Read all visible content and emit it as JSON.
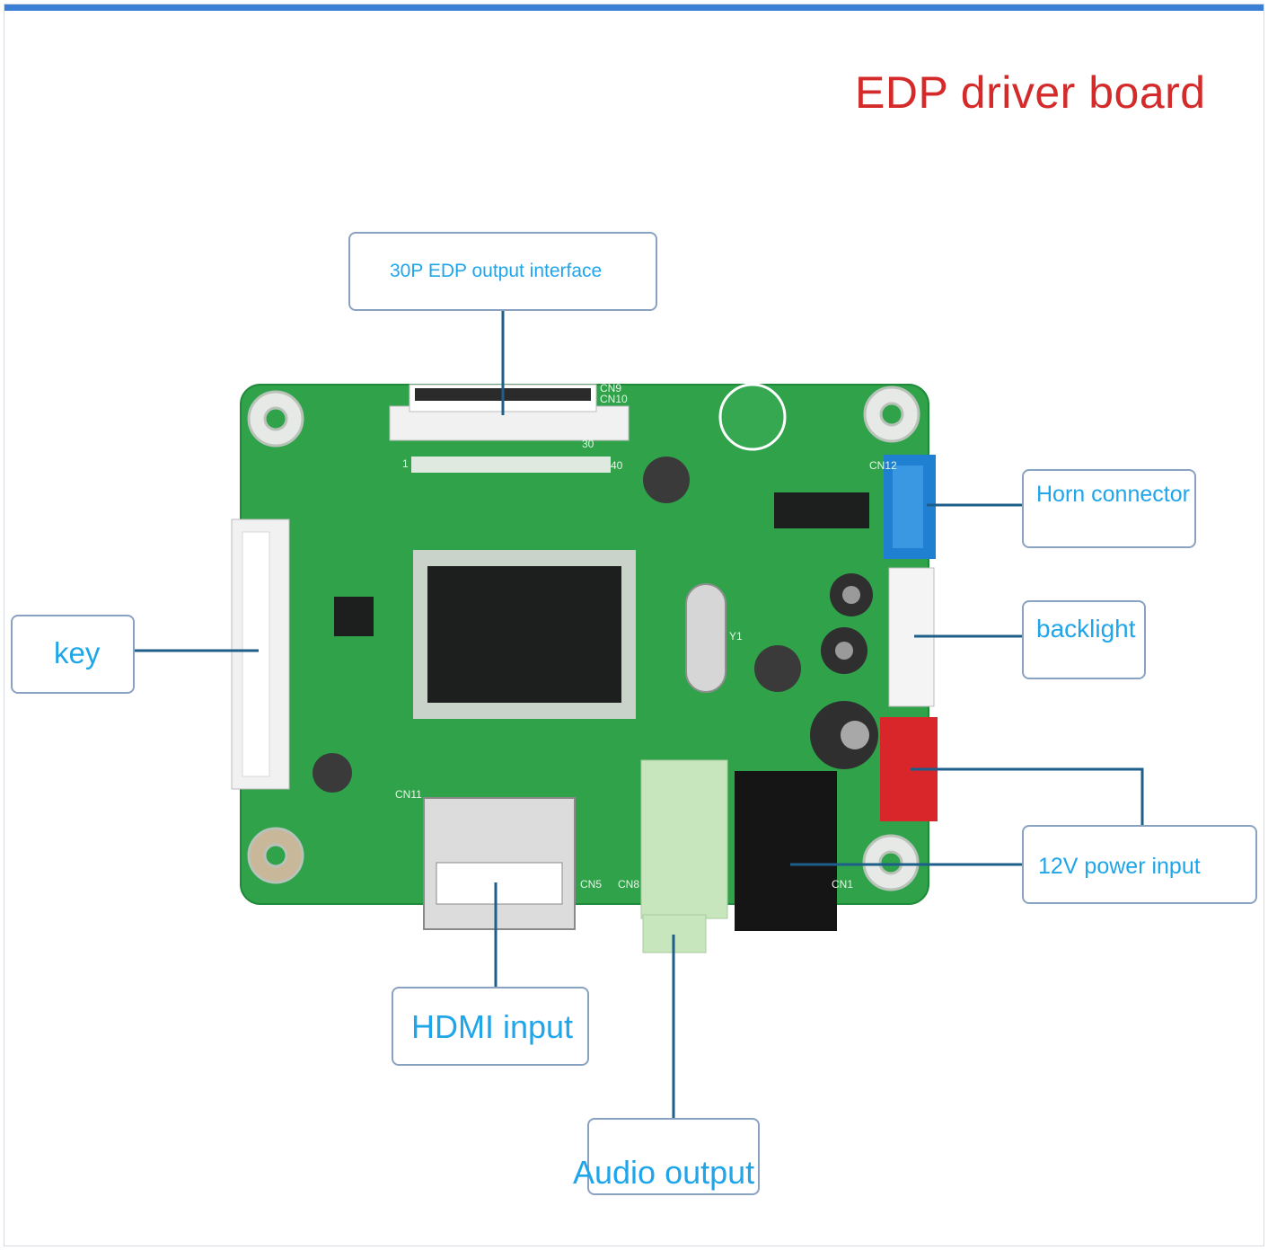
{
  "title": "EDP driver board",
  "callouts": {
    "edp_output": "30P EDP output interface",
    "horn": "Horn connector",
    "backlight": "backlight",
    "key": "key",
    "power": "12V power input",
    "hdmi": "HDMI input",
    "audio": "Audio output"
  },
  "board_marks": {
    "cn_top": "CN9",
    "cn_top2": "CN10",
    "pin30": "30",
    "pin1": "1",
    "pin40": "40",
    "y1": "Y1",
    "cn1": "CN1",
    "cn5": "CN5",
    "cn8": "CN8",
    "cn11": "CN11",
    "cn12": "CN12"
  },
  "colors": {
    "title": "#d42a2a",
    "label": "#1fa6ea",
    "pcb": "#2fa24a",
    "callout_border": "#8aa2c2",
    "leader": "#1d5f8a"
  }
}
